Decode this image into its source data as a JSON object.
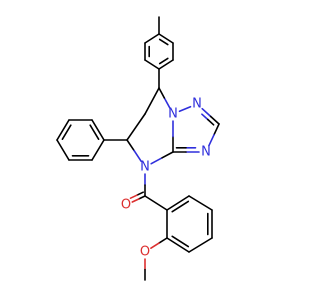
{
  "molecule": {
    "atom_labels": {
      "n1": "N",
      "n2": "N",
      "n3": "N",
      "n4": "N",
      "o_carbonyl": "O",
      "o_methoxy": "O"
    },
    "colors": {
      "bond": "#000000",
      "nitrogen": "#2f2fdc",
      "oxygen": "#dc2f2f",
      "background": "#ffffff"
    }
  }
}
